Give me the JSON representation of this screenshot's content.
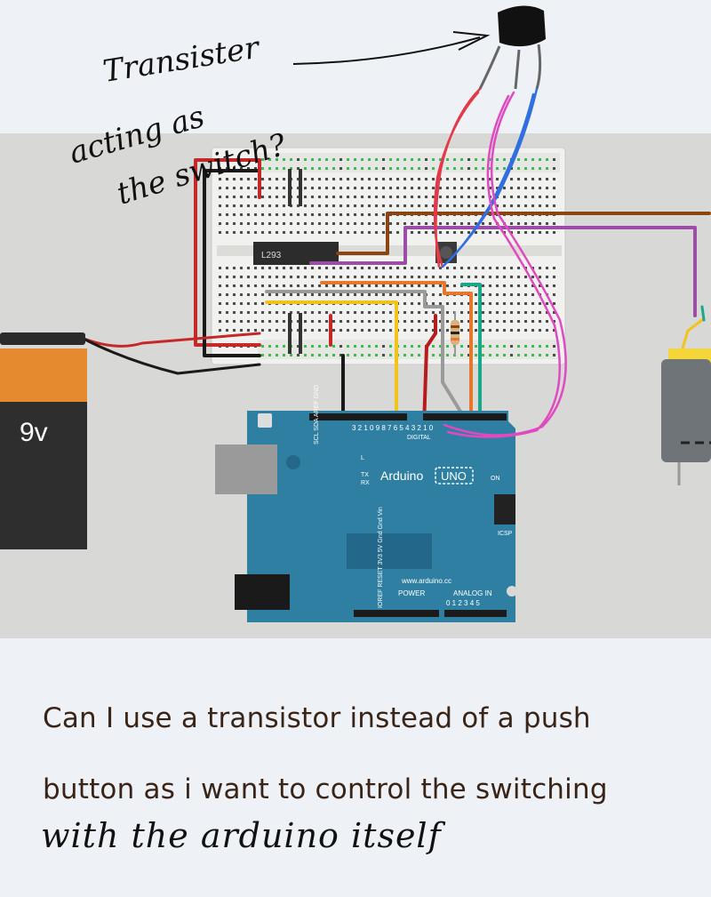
{
  "annotation": {
    "line1": "Transister",
    "line2": "acting as",
    "line3": "the switch?"
  },
  "battery": {
    "label": "9v"
  },
  "chip": {
    "label": "L293"
  },
  "arduino": {
    "brand": "Arduino",
    "model": "UNO",
    "url": "www.arduino.cc",
    "digital_label": "DIGITAL",
    "power_label": "POWER",
    "analog_label": "ANALOG IN",
    "icsp_label": "ICSP",
    "on_label": "ON",
    "tx": "TX",
    "rx": "RX",
    "l": "L",
    "digital_pins": "3 2 1 0 9 8   7 6 5 4 3 2 1 0",
    "analog_pins": "0 1 2 3 4 5",
    "power_pins": "IOREF RESET 3V3 5V Gnd Gnd Vin",
    "left_pins": "SCL SDA AREF GND"
  },
  "question": {
    "line1": "Can I use a transistor instead of a push",
    "line2": "button as i want to control the switching",
    "line3": "with the arduino itself"
  },
  "colors": {
    "wire_red": "#c62828",
    "wire_black": "#1a1a1a",
    "wire_brown": "#8b4513",
    "wire_purple": "#9c4ea6",
    "wire_orange": "#e8772e",
    "wire_yellow": "#f2c31b",
    "wire_grey": "#9a9a9a",
    "wire_teal": "#1aa88a",
    "board_blue": "#2f7fa3",
    "pen_pink": "#e04ac0",
    "pen_blue": "#2f6fe0",
    "pen_red": "#e23a4a"
  }
}
